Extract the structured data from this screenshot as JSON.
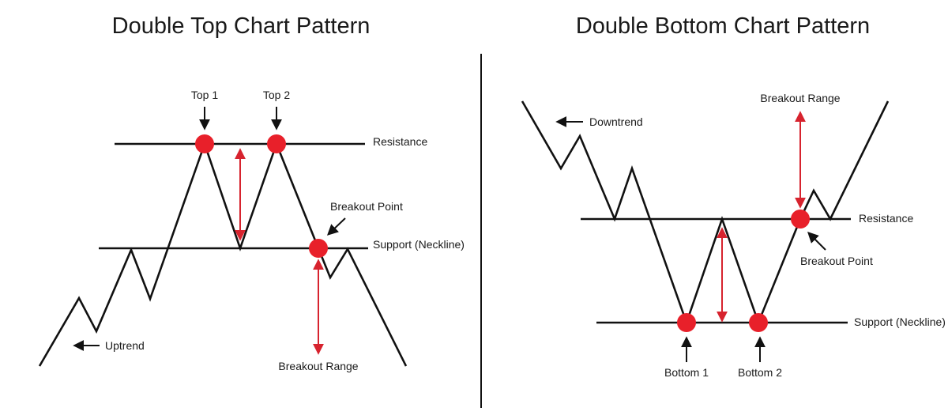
{
  "colors": {
    "marker": "#e8202a",
    "range_arrow": "#d7232e",
    "line": "#111111",
    "background": "#ffffff"
  },
  "left": {
    "title": "Double Top Chart Pattern",
    "labels": {
      "top1": "Top 1",
      "top2": "Top 2",
      "resistance": "Resistance",
      "breakout_point": "Breakout Point",
      "support": "Support (Neckline)",
      "uptrend": "Uptrend",
      "breakout_range": "Breakout Range"
    }
  },
  "right": {
    "title": "Double Bottom Chart Pattern",
    "labels": {
      "breakout_range": "Breakout Range",
      "downtrend": "Downtrend",
      "resistance": "Resistance",
      "breakout_point": "Breakout Point",
      "support": "Support (Neckline)",
      "bottom1": "Bottom 1",
      "bottom2": "Bottom 2"
    }
  }
}
